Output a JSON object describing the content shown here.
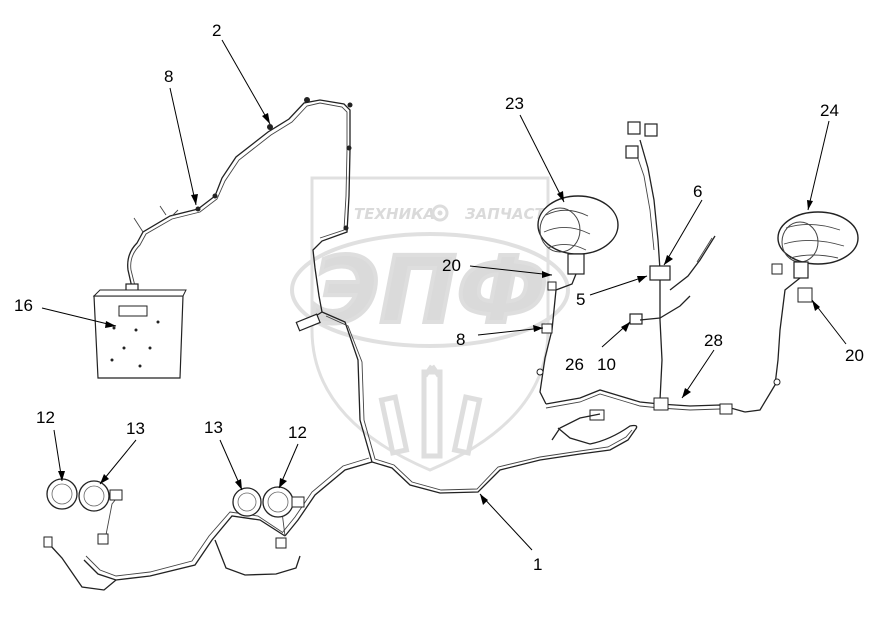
{
  "diagram": {
    "callouts": {
      "c2": "2",
      "c8_top": "8",
      "c16": "16",
      "c23": "23",
      "c6": "6",
      "c24": "24",
      "c20_mid": "20",
      "c5": "5",
      "c8_mid": "8",
      "c26": "26",
      "c10": "10",
      "c28": "28",
      "c20_right": "20",
      "c12_left": "12",
      "c13_left": "13",
      "c13_mid": "13",
      "c12_mid": "12",
      "c1": "1"
    }
  },
  "watermark": {
    "tagline_left": "ТЕХНИКА",
    "tagline_right": "ЗАПЧАСТИ",
    "logo_letters": "ЭПФ",
    "logo_kind": "company-logo"
  }
}
